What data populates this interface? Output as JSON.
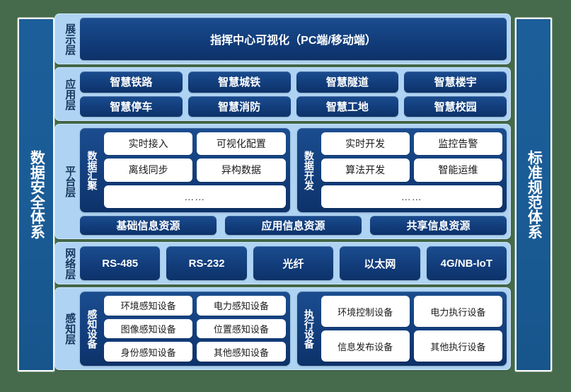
{
  "colors": {
    "background": "#466b4c",
    "panel_light_blue": "#aed3f3",
    "pill_navy": "#123d7b",
    "side_bar_blue": "#1b5e99",
    "white": "#ffffff",
    "label_text": "#17375e"
  },
  "side_bars": {
    "left": "数据安全体系",
    "right": "标准规范体系"
  },
  "layers": {
    "display": {
      "label": "展示层",
      "banner": "指挥中心可视化（PC端/移动端）"
    },
    "application": {
      "label": "应用层",
      "row1": [
        "智慧铁路",
        "智慧城铁",
        "智慧隧道",
        "智慧楼宇"
      ],
      "row2": [
        "智慧停车",
        "智慧消防",
        "智慧工地",
        "智慧校园"
      ]
    },
    "platform": {
      "label": "平台层",
      "groups": [
        {
          "title": "数据汇聚",
          "row1": [
            "实时接入",
            "可视化配置"
          ],
          "row2": [
            "离线同步",
            "异构数据"
          ],
          "row3": "……"
        },
        {
          "title": "数据开发",
          "row1": [
            "实时开发",
            "监控告警"
          ],
          "row2": [
            "算法开发",
            "智能运维"
          ],
          "row3": "……"
        }
      ],
      "resources": [
        "基础信息资源",
        "应用信息资源",
        "共享信息资源"
      ]
    },
    "network": {
      "label": "网络层",
      "items": [
        "RS-485",
        "RS-232",
        "光纤",
        "以太网",
        "4G/NB-IoT"
      ]
    },
    "sensing": {
      "label": "感知层",
      "groups": [
        {
          "title": "感知设备",
          "row1": [
            "环境感知设备",
            "电力感知设备"
          ],
          "row2": [
            "图像感知设备",
            "位置感知设备"
          ],
          "row3": [
            "身份感知设备",
            "其他感知设备"
          ]
        },
        {
          "title": "执行设备",
          "row1": [
            "环境控制设备",
            "电力执行设备"
          ],
          "row2": [
            "信息发布设备",
            "其他执行设备"
          ]
        }
      ]
    }
  }
}
